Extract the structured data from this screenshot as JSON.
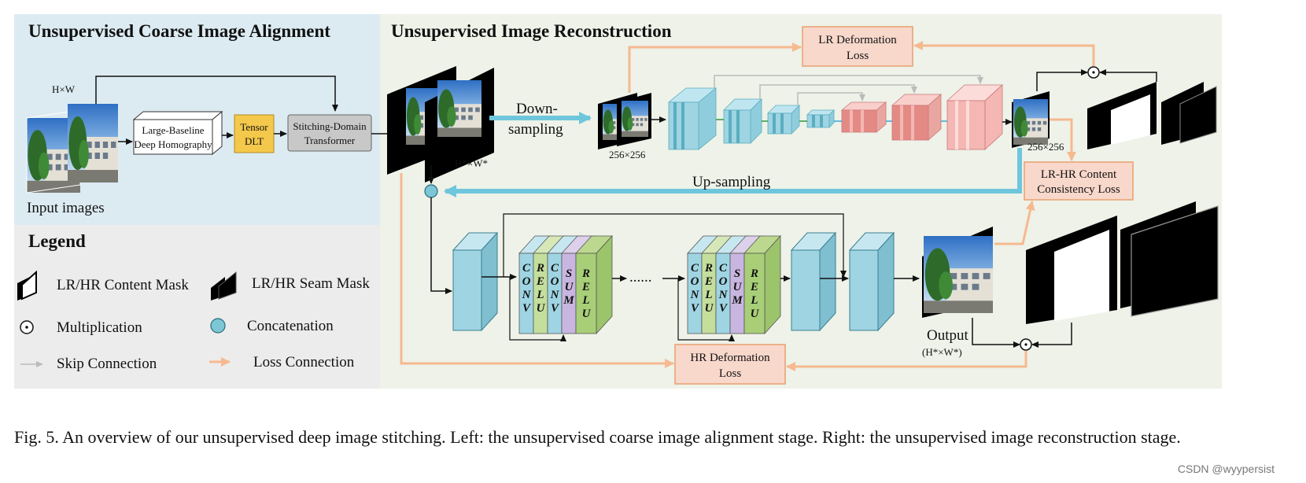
{
  "left_stage": {
    "title": "Unsupervised Coarse Image Alignment",
    "input_size": "H×W",
    "input_label": "Input images",
    "box_homography_line1": "Large-Baseline",
    "box_homography_line2": "Deep Homography",
    "box_dlt_line1": "Tensor",
    "box_dlt_line2": "DLT",
    "box_transformer_line1": "Stitching-Domain",
    "box_transformer_line2": "Transformer",
    "warped_size": "H*×W*"
  },
  "legend": {
    "title": "Legend",
    "content_mask": "LR/HR Content Mask",
    "seam_mask": "LR/HR Seam Mask",
    "multiplication": "Multiplication",
    "concatenation": "Concatenation",
    "skip": "Skip Connection",
    "loss": "Loss Connection"
  },
  "right_stage": {
    "title": "Unsupervised Image Reconstruction",
    "downsampling_line1": "Down-",
    "downsampling_line2": "sampling",
    "lr_size_in": "256×256",
    "lr_size_out": "256×256",
    "upsampling": "Up-sampling",
    "lr_loss_line1": "LR Deformation",
    "lr_loss_line2": "Loss",
    "content_loss_line1": "LR-HR Content",
    "content_loss_line2": "Consistency Loss",
    "hr_loss_line1": "HR Deformation",
    "hr_loss_line2": "Loss",
    "output_line1": "Output",
    "output_line2": "(H*×W*)",
    "dots": "......",
    "block_labels": [
      "CONV",
      "RELU",
      "CONV",
      "SUM",
      "RELU"
    ]
  },
  "caption": "Fig. 5.  An overview of our unsupervised deep image stitching. Left: the unsupervised coarse image alignment stage. Right: the unsupervised image reconstruction stage.",
  "watermark": "CSDN @wyypersist",
  "colors": {
    "left_bg": "#dcebf2",
    "legend_bg": "#ececec",
    "right_bg": "#eef2e8",
    "cyan_block": "#9fd4e3",
    "teal_block": "#5aaec0",
    "pink_block": "#f4b7b3",
    "salmon_block": "#e48a85",
    "loss_box": "#f8d8cb",
    "loss_arrow": "#f6b990",
    "up_arrow": "#6ec6dc",
    "dlt_box": "#f4c84a"
  }
}
